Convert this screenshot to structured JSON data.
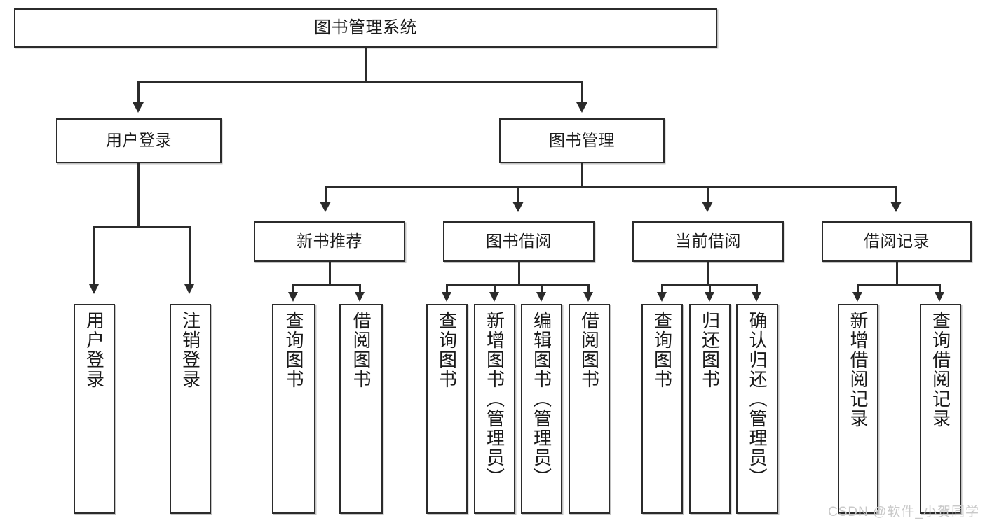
{
  "diagram": {
    "type": "tree",
    "title": "图书管理系统",
    "watermark": "CSDN @软件_小贺同学",
    "colors": {
      "box_border": "#2b2b2b",
      "box_fill": "#ffffff",
      "connector": "#2b2b2b",
      "watermark": "#c9c9c9",
      "background": "#ffffff"
    },
    "levels": {
      "root": {
        "label": "图书管理系统"
      },
      "level2": [
        {
          "label": "用户登录"
        },
        {
          "label": "图书管理"
        }
      ],
      "level3": [
        {
          "label": "新书推荐"
        },
        {
          "label": "图书借阅"
        },
        {
          "label": "当前借阅"
        },
        {
          "label": "借阅记录"
        }
      ],
      "leaves": {
        "user_login": [
          {
            "label": "用户登录"
          },
          {
            "label": "注销登录"
          }
        ],
        "new_book_recommend": [
          {
            "label": "查询图书"
          },
          {
            "label": "借阅图书"
          }
        ],
        "book_borrow": [
          {
            "label": "查询图书"
          },
          {
            "label": "新增图书（管理员）"
          },
          {
            "label": "编辑图书（管理员）"
          },
          {
            "label": "借阅图书"
          }
        ],
        "current_borrow": [
          {
            "label": "查询图书"
          },
          {
            "label": "归还图书"
          },
          {
            "label": "确认归还（管理员）"
          }
        ],
        "borrow_record": [
          {
            "label": "新增借阅记录"
          },
          {
            "label": "查询借阅记录"
          }
        ]
      }
    }
  }
}
